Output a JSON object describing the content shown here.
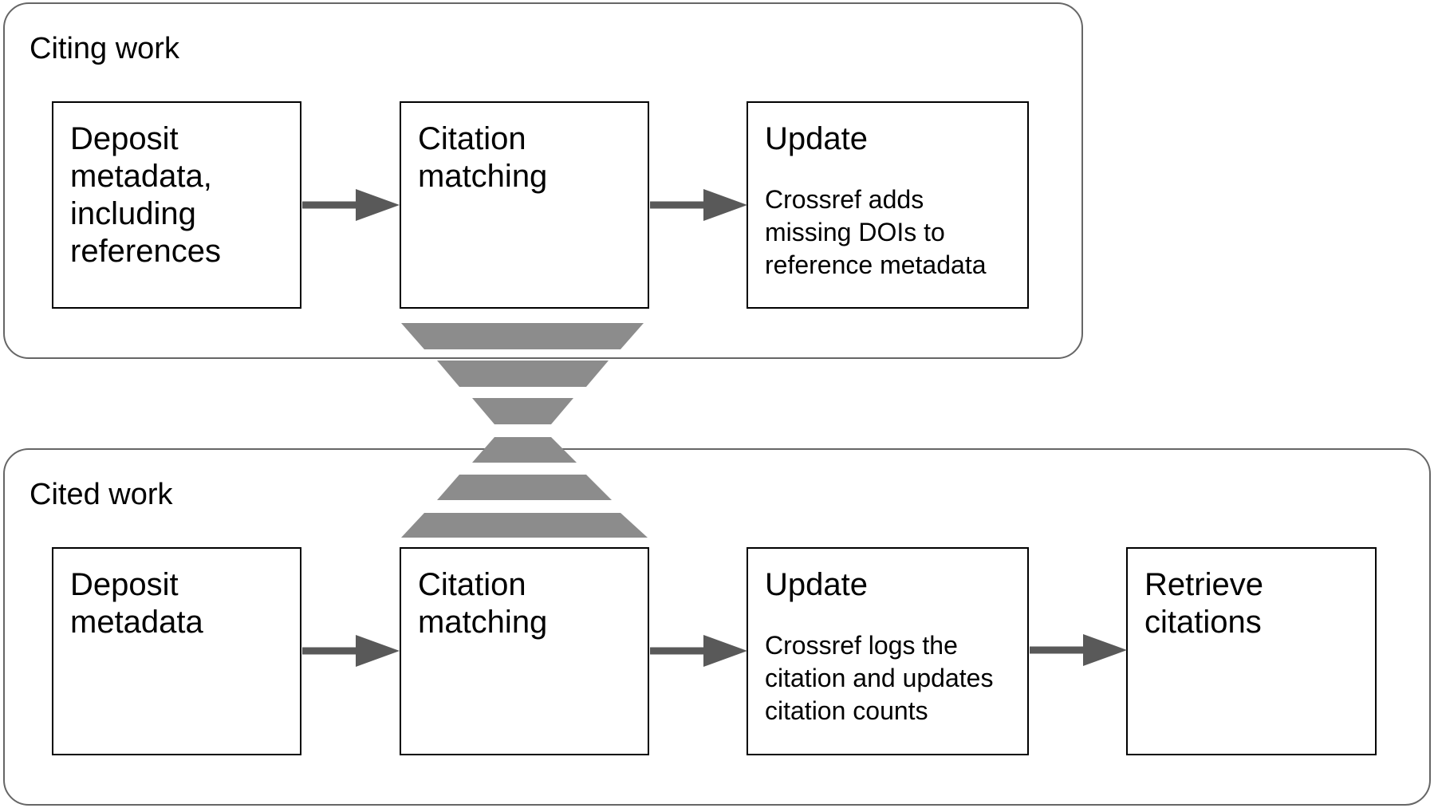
{
  "groups": {
    "citing": {
      "title": "Citing work",
      "boxes": [
        {
          "title": "Deposit\nmetadata,\nincluding\nreferences"
        },
        {
          "title": "Citation\nmatching"
        },
        {
          "title": "Update",
          "description": "Crossref adds\nmissing DOIs to\nreference metadata"
        }
      ]
    },
    "cited": {
      "title": "Cited work",
      "boxes": [
        {
          "title": "Deposit\nmetadata"
        },
        {
          "title": "Citation\nmatching"
        },
        {
          "title": "Update",
          "description": "Crossref logs the\ncitation and updates\ncitation counts"
        },
        {
          "title": "Retrieve\ncitations"
        }
      ]
    }
  },
  "colors": {
    "arrow": "#595959",
    "funnel": "#8c8c8c",
    "group_border": "#666666",
    "box_border": "#000000"
  }
}
